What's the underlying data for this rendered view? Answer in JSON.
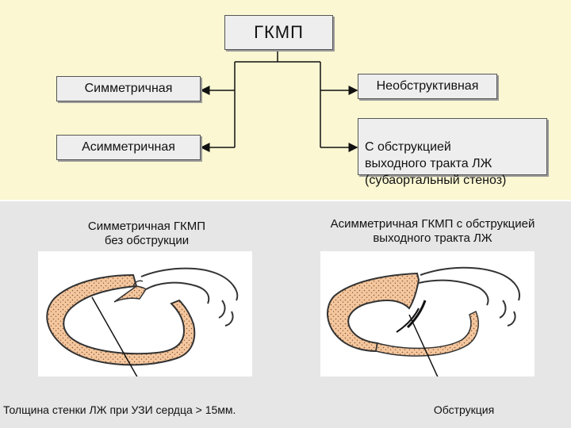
{
  "diagram": {
    "root": "ГКМП",
    "left": [
      "Симметричная",
      "Асимметричная"
    ],
    "right": [
      "Необструктивная",
      "С обструкцией\nвыходного тракта ЛЖ\n(субаортальный стеноз)"
    ]
  },
  "panels": {
    "left_title": "Симметричная ГКМП\nбез обструкции",
    "right_title": "Асимметричная ГКМП с обструкцией\nвыходного тракта ЛЖ",
    "left_caption": "Толщина стенки ЛЖ при УЗИ сердца > 15мм.",
    "right_caption": "Обструкция"
  },
  "colors": {
    "top_bg": "#faf7d2",
    "bottom_bg": "#e6e6e6",
    "box_bg": "#eeeeee",
    "myocardium": "#f5c79e"
  }
}
